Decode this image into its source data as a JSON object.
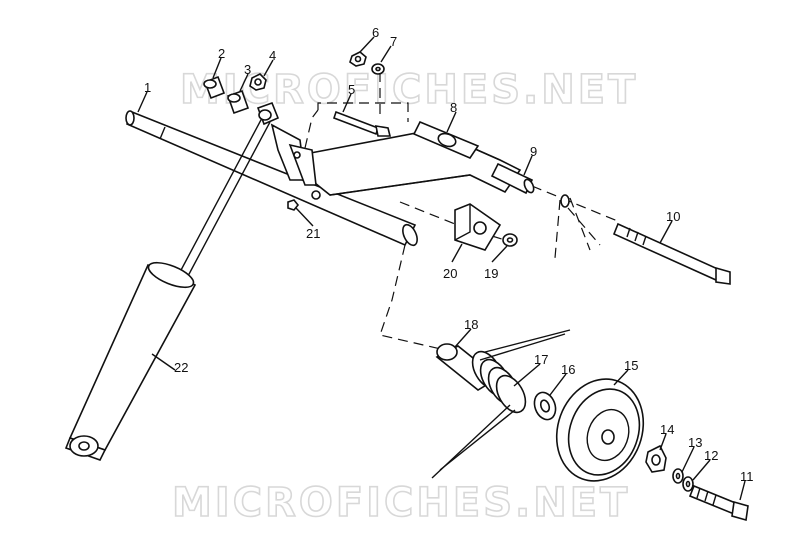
{
  "watermarks": [
    "MICROFICHES.NET",
    "MICROFICHES.NET"
  ],
  "callouts": [
    "1",
    "2",
    "3",
    "4",
    "5",
    "6",
    "7",
    "8",
    "9",
    "10",
    "11",
    "12",
    "13",
    "14",
    "15",
    "16",
    "17",
    "18",
    "19",
    "20",
    "21",
    "22"
  ]
}
